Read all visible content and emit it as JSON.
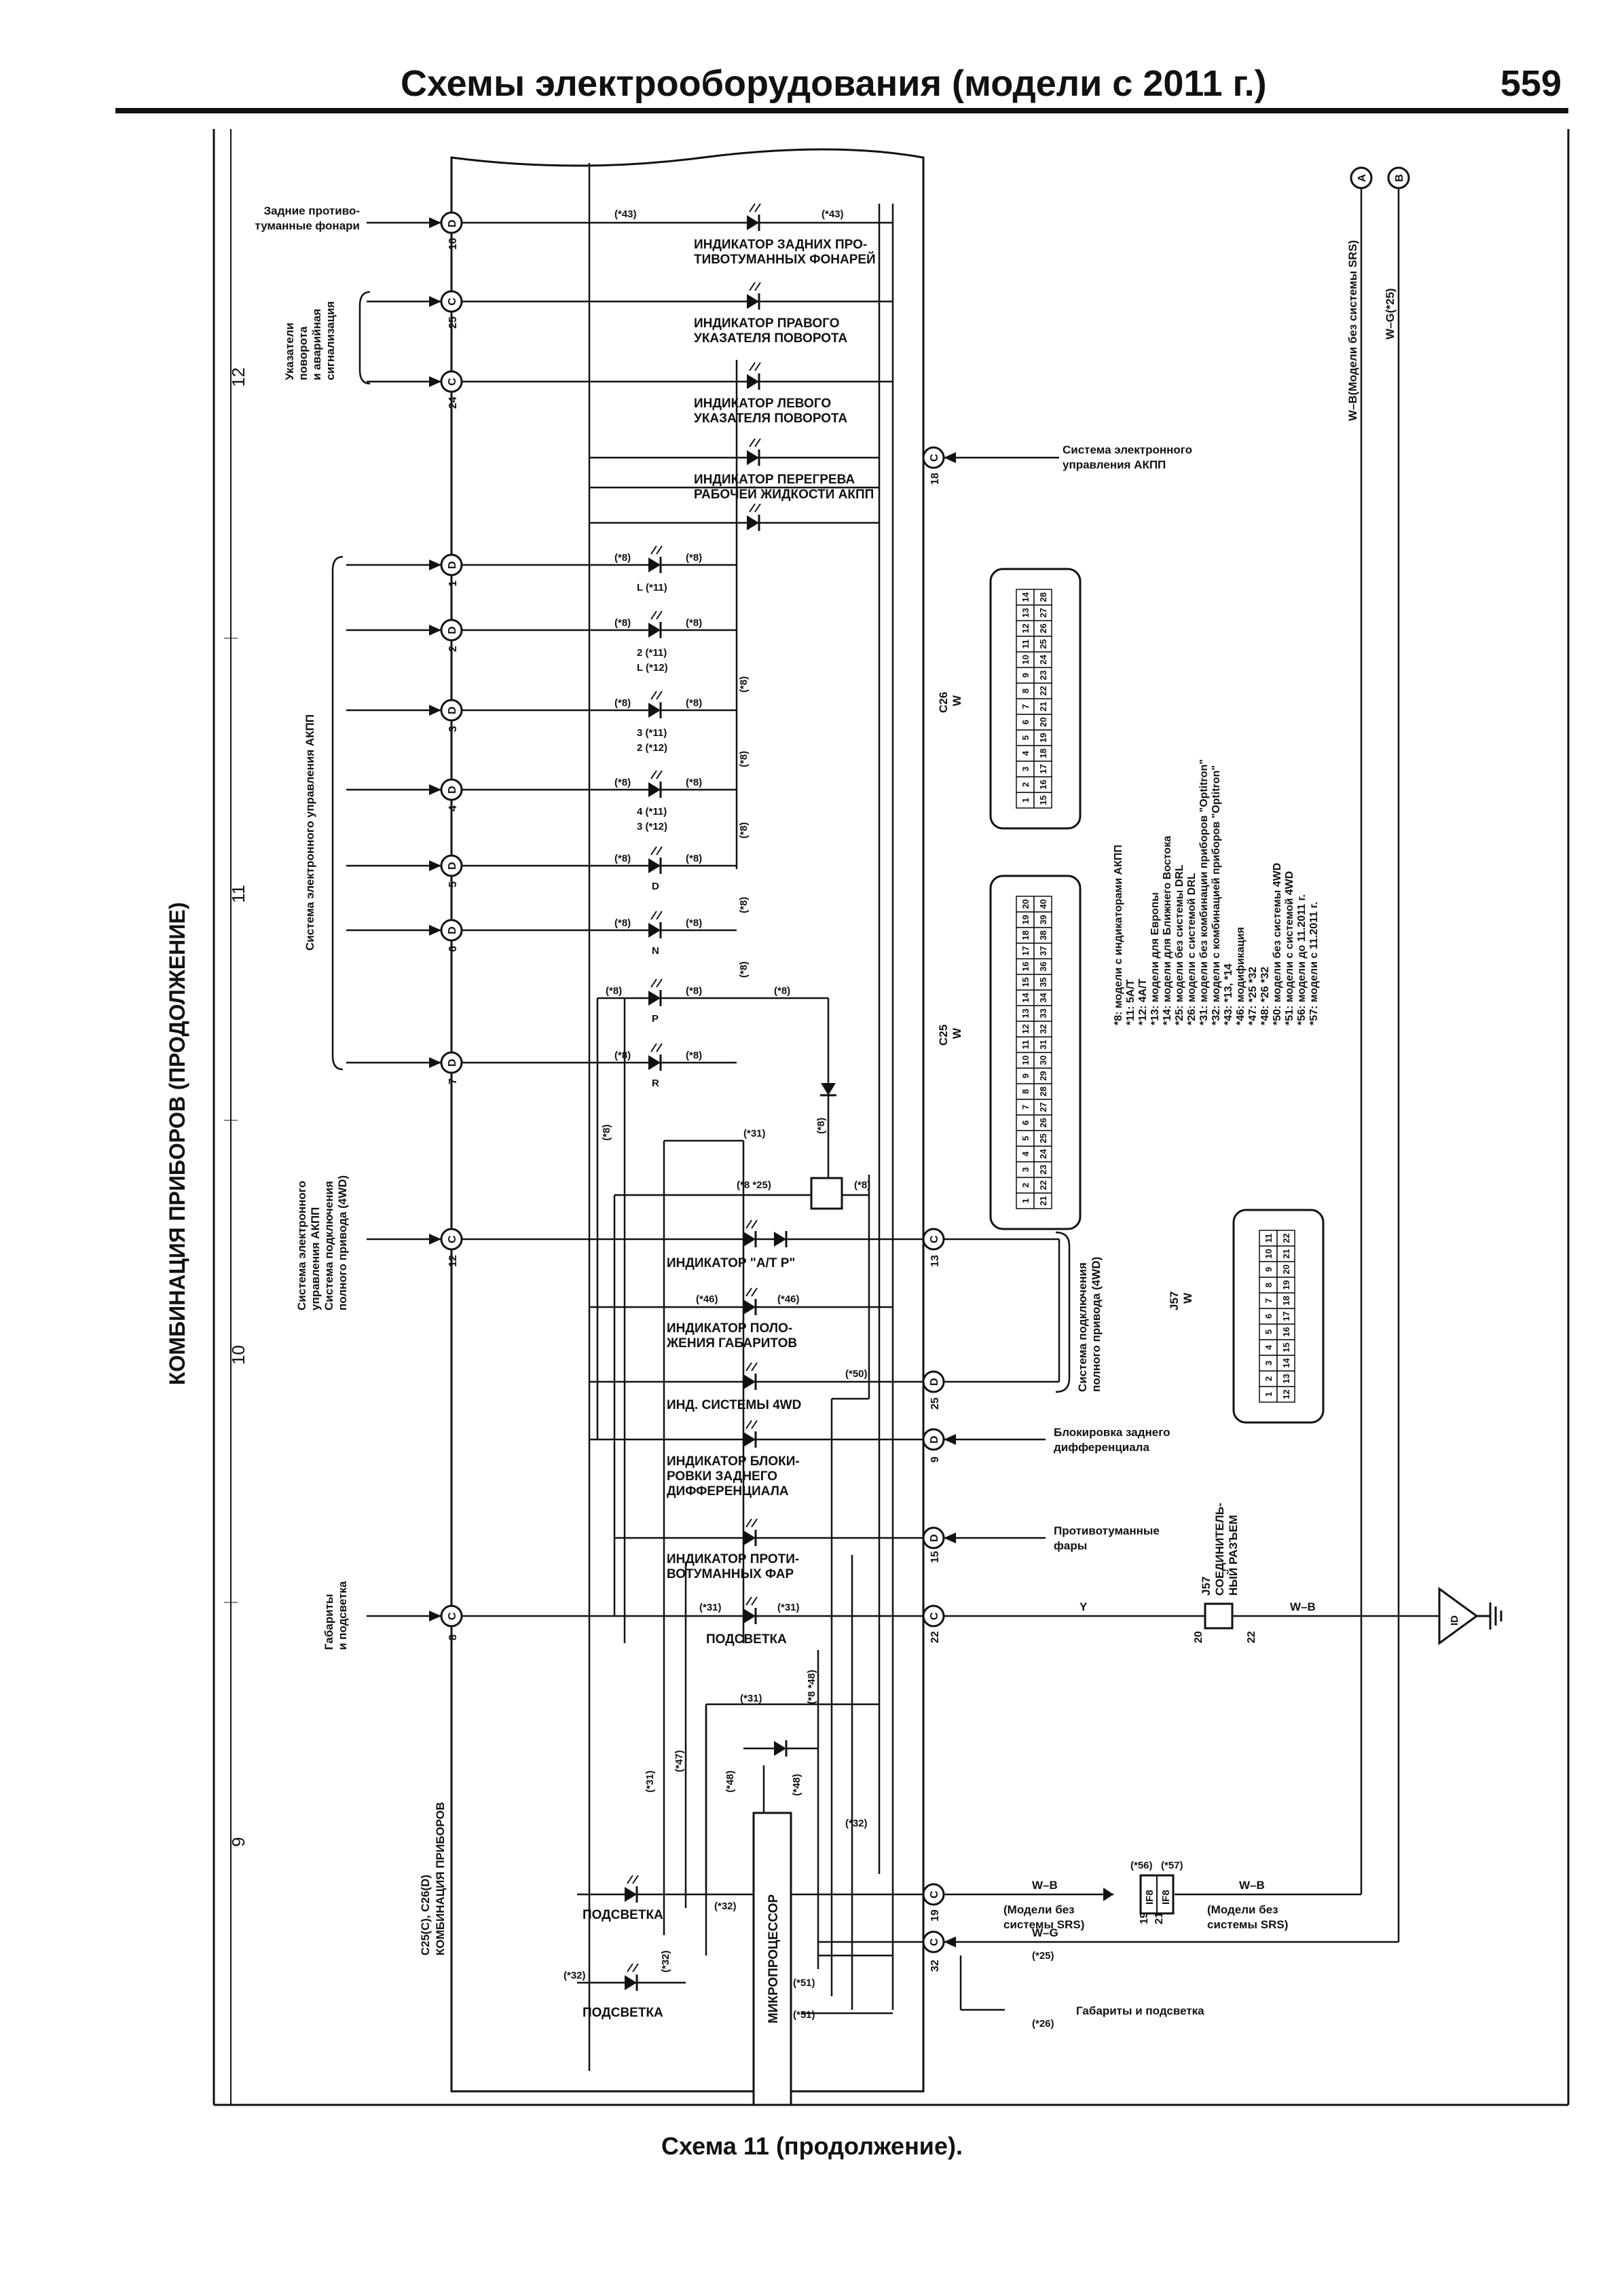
{
  "header": {
    "title": "Схемы электрооборудования (модели с 2011 г.)",
    "page_number": "559"
  },
  "caption": "Схема 11 (продолжение).",
  "section_label": "КОМБИНАЦИЯ ПРИБОРОВ (ПРОДОЛЖЕНИЕ)",
  "component_label": [
    "C25(C), C26(D)",
    "КОМБИНАЦИЯ ПРИБОРОВ"
  ],
  "zones": [
    "12",
    "11",
    "10",
    "9"
  ],
  "left_labels": {
    "rear_fog": [
      "Задние противо-",
      "туманные фонари"
    ],
    "turn": [
      "Указатели",
      "поворота",
      "и аварийная",
      "сигнализация"
    ],
    "at_system": "Система электронного управления АКПП",
    "atp_4wd": [
      "Система электронного",
      "управления АКПП",
      "Система подключения",
      "полного привода (4WD)"
    ],
    "illum": [
      "Габариты",
      "и подсветка"
    ]
  },
  "indicators": {
    "rear_fog": [
      "ИНДИКАТОР ЗАДНИХ ПРО-",
      "ТИВОТУМАННЫХ ФОНАРЕЙ"
    ],
    "right_turn": [
      "ИНДИКАТОР ПРАВОГО",
      "УКАЗАТЕЛЯ ПОВОРОТА"
    ],
    "left_turn": [
      "ИНДИКАТОР ЛЕВОГО",
      "УКАЗАТЕЛЯ ПОВОРОТА"
    ],
    "overheat": [
      "ИНДИКАТОР ПЕРЕГРЕВА",
      "РАБОЧЕЙ ЖИДКОСТИ АКПП"
    ],
    "atp": "ИНДИКАТОР \"A/T P\"",
    "tail": [
      "ИНДИКАТОР ПОЛО-",
      "ЖЕНИЯ ГАБАРИТОВ"
    ],
    "fwd": "ИНД. СИСТЕМЫ 4WD",
    "diff_lock": [
      "ИНДИКАТОР БЛОКИ-",
      "РОВКИ ЗАДНЕГО",
      "ДИФФЕРЕНЦИАЛА"
    ],
    "front_fog": [
      "ИНДИКАТОР ПРОТИ-",
      "ВОТУМАННЫХ ФАР"
    ],
    "illum": "ПОДСВЕТКА",
    "illum2": "ПОДСВЕТКА",
    "illum3": "ПОДСВЕТКА",
    "micro": "МИКРОПРОЦЕССОР"
  },
  "gear_labels": {
    "l": "L (*11)",
    "two": [
      "2 (*11)",
      "L (*12)"
    ],
    "three": [
      "3 (*11)",
      "2 (*12)"
    ],
    "four": [
      "4 (*11)",
      "3 (*12)"
    ],
    "d": "D",
    "n": "N",
    "p": "P",
    "r": "R"
  },
  "pins": {
    "d10": "10",
    "c25": "25",
    "c24": "24",
    "d1": "1",
    "d2": "2",
    "d3": "3",
    "d4": "4",
    "d5": "5",
    "d6": "6",
    "d7": "7",
    "c12": "12",
    "c8": "8",
    "c18": "18",
    "c13": "13",
    "d25": "25",
    "d9": "9",
    "d15": "15",
    "c22": "22",
    "c19": "19",
    "c32": "32",
    "j20": "20",
    "j22": "22",
    "if19": "19",
    "if21": "21"
  },
  "right_labels": {
    "at_ecu": [
      "Система электронного",
      "управления АКПП"
    ],
    "fwd_sys": [
      "Система подключения",
      "полного привода (4WD)"
    ],
    "diff_lock": [
      "Блокировка заднего",
      "дифференциала"
    ],
    "front_fog": [
      "Противотуманные",
      "фары"
    ],
    "no_srs": [
      "(Модели без",
      "системы SRS)"
    ],
    "no_srs2": [
      "(Модели без",
      "системы SRS)"
    ],
    "tail_illum": "Габариты и подсветка",
    "wb_vertical": "W–B(Модели без системы SRS)",
    "wg_vertical": "W–G(*25)"
  },
  "wires": {
    "y": "Y",
    "wb1": "W–B",
    "wb2": "W–B",
    "wb3": "W–B",
    "wg": "W–G"
  },
  "connectors": {
    "j57_name": [
      "J57",
      "СОЕДИНИТЕЛЬ-",
      "НЫЙ РАЗЪЕМ"
    ],
    "if8": "IF8",
    "ground": "ID",
    "a": "A",
    "b": "B",
    "c26": [
      "C26",
      "W"
    ],
    "c25": [
      "C25",
      "W"
    ],
    "j57": [
      "J57",
      "W"
    ],
    "c26_rows": [
      [
        "1",
        "2",
        "3",
        "4",
        "5",
        "6",
        "7",
        "8",
        "9",
        "10",
        "11",
        "12",
        "13",
        "14"
      ],
      [
        "15",
        "16",
        "17",
        "18",
        "19",
        "20",
        "21",
        "22",
        "23",
        "24",
        "25",
        "26",
        "27",
        "28"
      ]
    ],
    "c25_rows": [
      [
        "1",
        "2",
        "3",
        "4",
        "5",
        "6",
        "7",
        "8",
        "9",
        "10",
        "11",
        "12",
        "13",
        "14",
        "15",
        "16",
        "17",
        "18",
        "19",
        "20"
      ],
      [
        "21",
        "22",
        "23",
        "24",
        "25",
        "26",
        "27",
        "28",
        "29",
        "30",
        "31",
        "32",
        "33",
        "34",
        "35",
        "36",
        "37",
        "38",
        "39",
        "40"
      ]
    ],
    "j57_rows": [
      [
        "1",
        "2",
        "3",
        "4",
        "5",
        "6",
        "7",
        "8",
        "9",
        "10",
        "11"
      ],
      [
        "12",
        "13",
        "14",
        "15",
        "16",
        "17",
        "18",
        "19",
        "20",
        "21",
        "22"
      ]
    ]
  },
  "notes": [
    "*8: модели с индикаторами АКПП",
    "*11: 5A/T",
    "*12: 4A/T",
    "*13: модели для Европы",
    "*14: модели для Ближнего Востока",
    "*25: модели без системы DRL",
    "*26: модели с системой DRL",
    "*31: модели без комбинации приборов \"Optitron\"",
    "*32: модели с комбинацией приборов \"Optitron\"",
    "*43: *13, *14",
    "*46: модификация",
    "*47: *25 *32",
    "*48: *26 *32",
    "*50: модели без системы 4WD",
    "*51: модели с системой 4WD",
    "*56: модели до 11.2011 г.",
    "*57: модели с 11.2011 г."
  ],
  "marks": {
    "m43": "(*43)",
    "m8": "(*8)",
    "m11": "(*11)",
    "m31": "(*31)",
    "m825": "(*8 *25)",
    "m46": "(*46)",
    "m50": "(*50)",
    "m47": "(*47)",
    "m48": "(*48)",
    "m848": "(*8 *48)",
    "m32": "(*32)",
    "m51": "(*51)",
    "m56": "(*56)",
    "m57": "(*57)",
    "m25": "(*25)",
    "m26": "(*26)"
  }
}
